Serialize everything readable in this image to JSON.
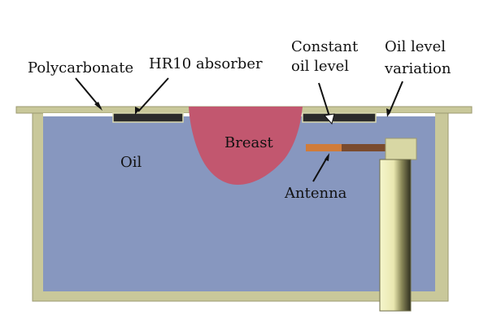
{
  "labels": {
    "polycarbonate": "Polycarbonate",
    "absorber": "HR10 absorber",
    "constant_oil_level_line1": "Constant",
    "constant_oil_level_line2": "oil level",
    "oil_level_variation_line1": "Oil level",
    "oil_level_variation_line2": "variation",
    "breast": "Breast",
    "oil": "Oil",
    "antenna": "Antenna"
  },
  "colors": {
    "tank_wall": "#c9c89a",
    "tank_outline": "#9c9a70",
    "oil": "#8797bf",
    "absorber": "#2b2b2b",
    "breast": "#c2576f",
    "antenna_copper": "#d07c3a",
    "antenna_brown": "#7a4b2e",
    "shaft_light": "#f2f2c4",
    "shaft_dark": "#2e2e1e"
  }
}
